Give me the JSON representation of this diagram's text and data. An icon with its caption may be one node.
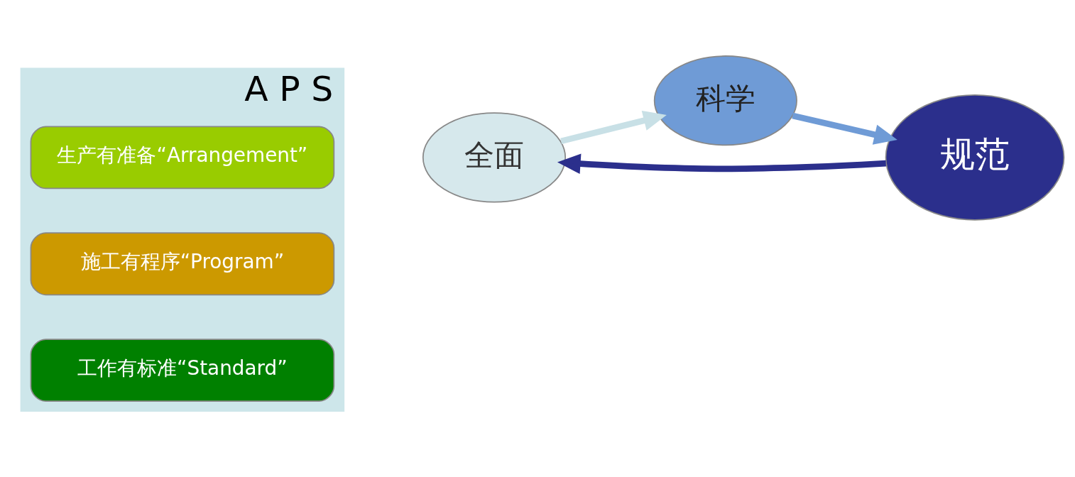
{
  "diagram": {
    "nodes": [
      {
        "text": [
          "A P S"
        ]
      },
      {
        "text": [
          "生产有准备“Arrangement”"
        ],
        "in": 0
      },
      {
        "text": [
          "施工有程序“Program”"
        ],
        "in": 0
      },
      {
        "text": [
          "工作有标准“Standard”"
        ],
        "in": 0
      },
      {
        "text": [
          "全面"
        ]
      },
      {
        "text": [
          "科学"
        ]
      },
      {
        "text": [
          "规范"
        ]
      }
    ],
    "edges": [
      {
        "from": 6,
        "to": 4,
        "arrow": "to",
        "color": "#2b2f8c"
      },
      {
        "from": 4,
        "to": 5,
        "arrow": "to",
        "color": "#c8e0e6"
      },
      {
        "from": 5,
        "to": 6,
        "arrow": "to",
        "color": "#6f9bd6"
      }
    ]
  }
}
